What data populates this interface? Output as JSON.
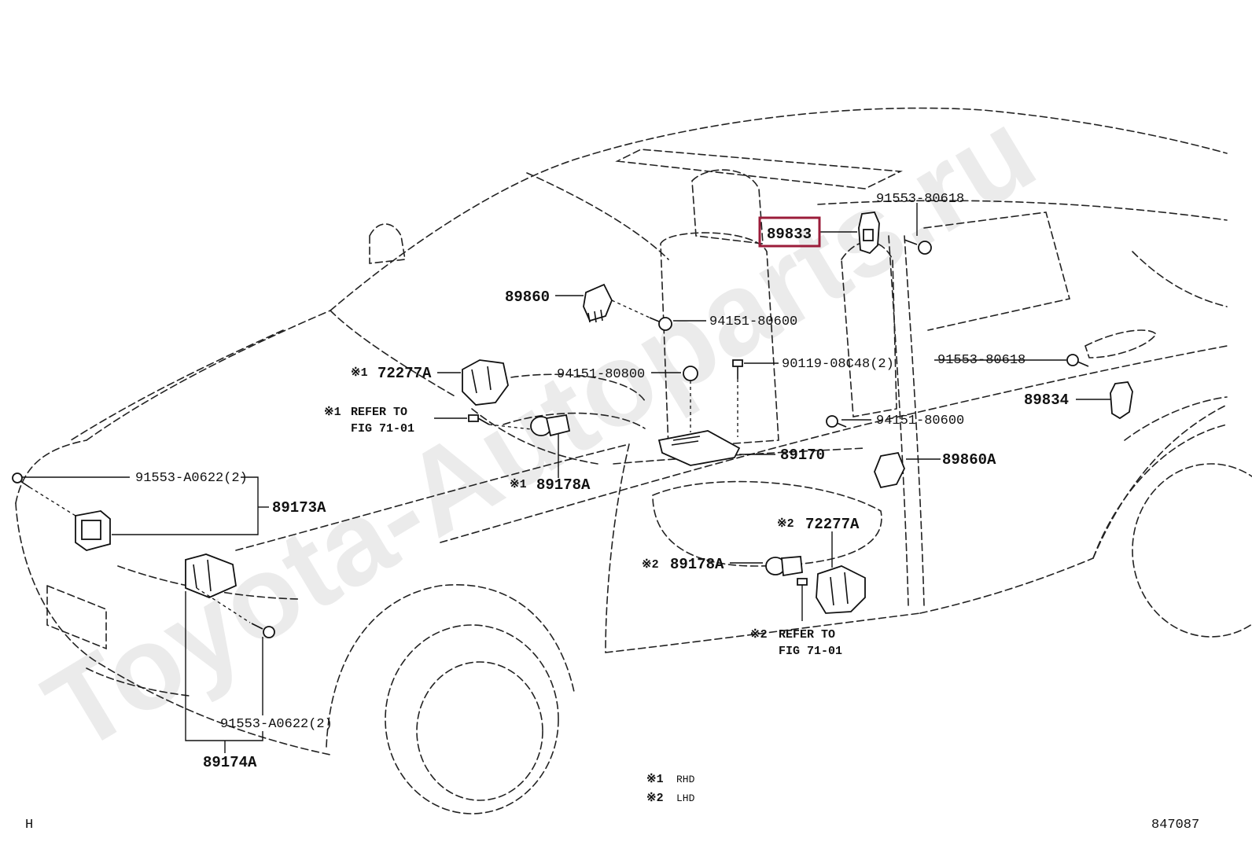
{
  "watermark": "Toyota-Autoparts.ru",
  "highlight_color": "#9b1c3a",
  "parts": {
    "p89833": "89833",
    "p91553_80618_top": "91553-80618",
    "p89860": "89860",
    "p94151_80600_top": "94151-80600",
    "p72277a_1": "72277A",
    "p94151_80800": "94151-80800",
    "p90119": "90119-08C48(2)",
    "p91553_80618_right": "91553-80618",
    "p89834": "89834",
    "refer1_a": "REFER TO",
    "refer1_b": "FIG 71-01",
    "p94151_80600_mid": "94151-80600",
    "p91553_a0622_top": "91553-A0622(2)",
    "p89170": "89170",
    "p89860a": "89860A",
    "p89178a_1": "89178A",
    "p89173a": "89173A",
    "p72277a_2": "72277A",
    "p89178a_2": "89178A",
    "refer2_a": "REFER TO",
    "refer2_b": "FIG 71-01",
    "p91553_a0622_bottom": "91553-A0622(2)",
    "p89174a": "89174A"
  },
  "marks": {
    "m1": "※1",
    "m2": "※2"
  },
  "legend": {
    "rhd": "RHD",
    "lhd": "LHD"
  },
  "corner_left": "H",
  "figure_number": "847087"
}
